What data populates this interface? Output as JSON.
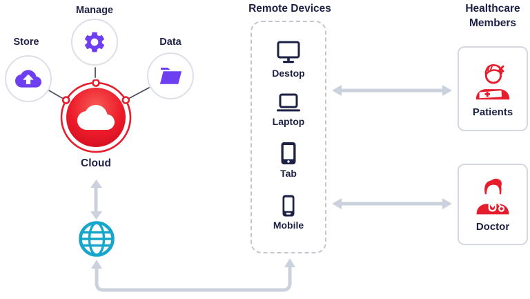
{
  "cloud_cluster": {
    "cloud": {
      "label": "Cloud",
      "icon": "cloud-icon"
    },
    "satellites": [
      {
        "id": "store",
        "label": "Store",
        "icon": "cloud-upload-icon"
      },
      {
        "id": "manage",
        "label": "Manage",
        "icon": "gear-icon"
      },
      {
        "id": "data",
        "label": "Data",
        "icon": "folder-icon"
      }
    ],
    "internet": {
      "icon": "globe-icon"
    }
  },
  "remote_devices": {
    "title": "Remote Devices",
    "devices": [
      {
        "id": "desktop",
        "label": "Destop",
        "icon": "desktop-icon"
      },
      {
        "id": "laptop",
        "label": "Laptop",
        "icon": "laptop-icon"
      },
      {
        "id": "tab",
        "label": "Tab",
        "icon": "tablet-icon"
      },
      {
        "id": "mobile",
        "label": "Mobile",
        "icon": "mobile-icon"
      }
    ]
  },
  "healthcare_members": {
    "title": "Healthcare Members",
    "members": [
      {
        "id": "patients",
        "label": "Patients",
        "icon": "patient-icon"
      },
      {
        "id": "doctor",
        "label": "Doctor",
        "icon": "doctor-icon"
      }
    ]
  },
  "colors": {
    "accent_red": "#e51d2c",
    "accent_purple": "#6e3ff0",
    "accent_teal": "#17a6c9",
    "text_navy": "#1c2145",
    "arrow_gray": "#ccd1de"
  }
}
